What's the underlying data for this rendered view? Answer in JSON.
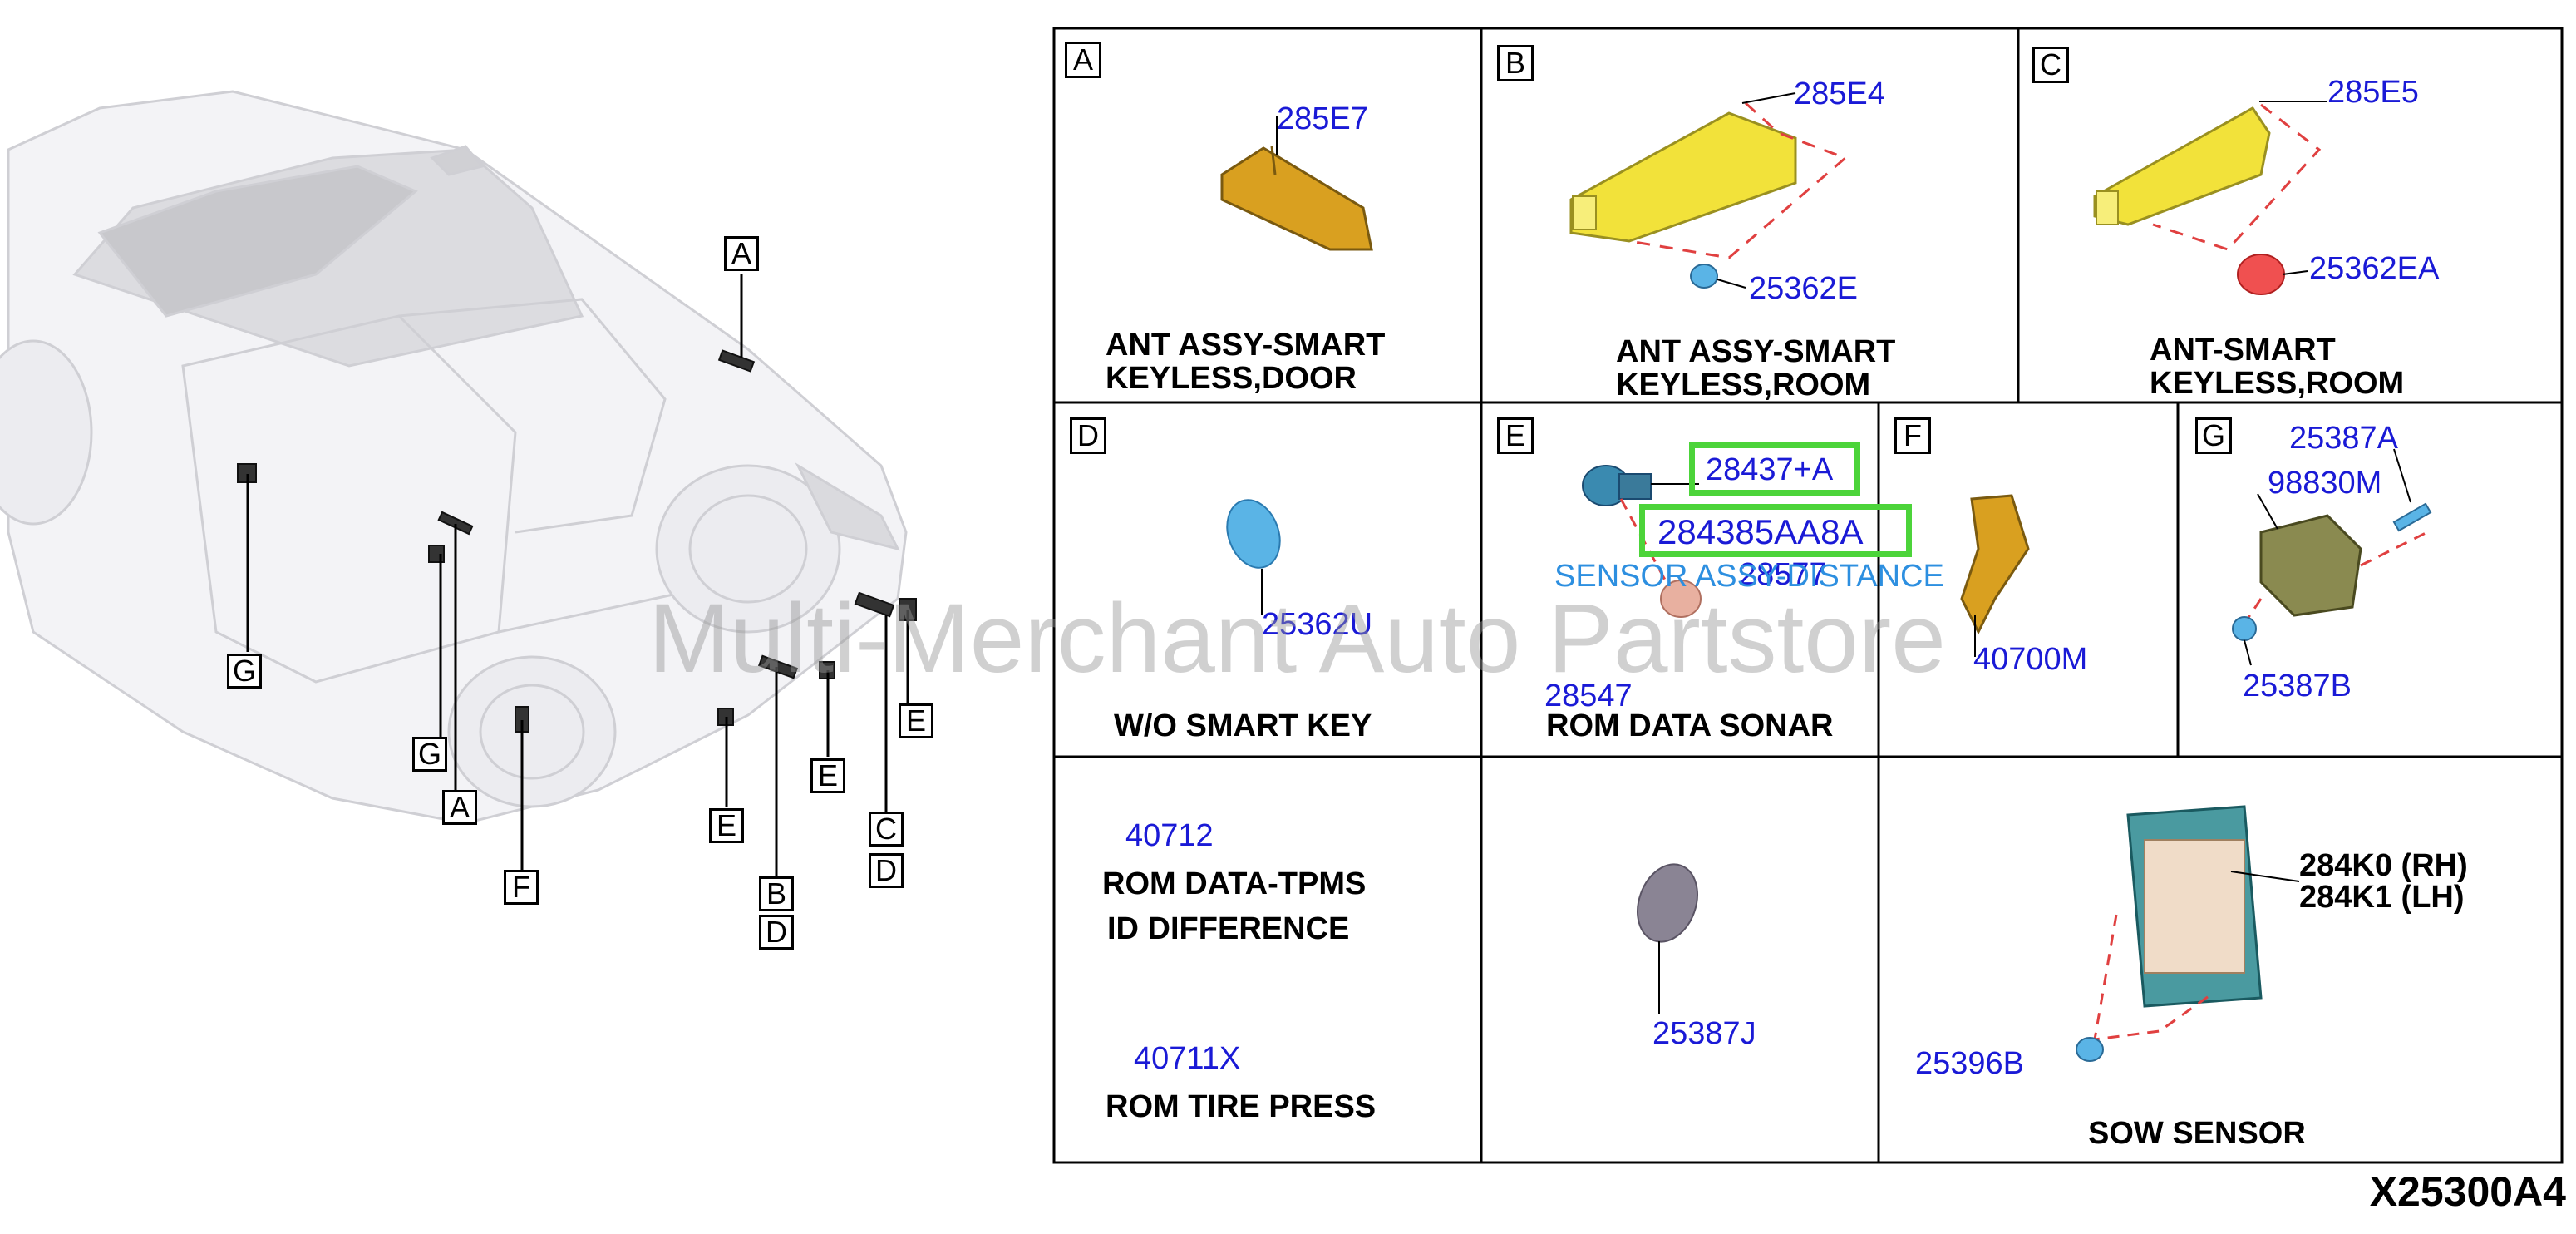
{
  "car_callouts": [
    {
      "id": "A",
      "label": "A"
    },
    {
      "id": "G1",
      "label": "G"
    },
    {
      "id": "G2",
      "label": "G"
    },
    {
      "id": "A2",
      "label": "A"
    },
    {
      "id": "F",
      "label": "F"
    },
    {
      "id": "E1",
      "label": "E"
    },
    {
      "id": "B",
      "label": "B"
    },
    {
      "id": "D1",
      "label": "D"
    },
    {
      "id": "E2",
      "label": "E"
    },
    {
      "id": "C",
      "label": "C"
    },
    {
      "id": "D2",
      "label": "D"
    },
    {
      "id": "E3",
      "label": "E"
    }
  ],
  "cells": {
    "A": {
      "letter": "A",
      "parts": [
        "285E7"
      ],
      "description": [
        "ANT ASSY-SMART",
        "KEYLESS,DOOR"
      ]
    },
    "B": {
      "letter": "B",
      "parts": [
        "285E4",
        "25362E"
      ],
      "description": [
        "ANT ASSY-SMART",
        "KEYLESS,ROOM"
      ]
    },
    "C": {
      "letter": "C",
      "parts": [
        "285E5",
        "25362EA"
      ],
      "description": [
        "ANT-SMART",
        "KEYLESS,ROOM"
      ]
    },
    "D": {
      "letter": "D",
      "parts": [
        "25362U"
      ],
      "description": [
        "W/O SMART KEY"
      ]
    },
    "E": {
      "letter": "E",
      "parts": [
        "28437+A",
        "284385AA8A",
        "28577",
        "28547"
      ],
      "overlay": "SENSOR ASSY-DISTANCE",
      "description": [
        "ROM DATA SONAR"
      ]
    },
    "F": {
      "letter": "F",
      "parts": [
        "40700M"
      ]
    },
    "G": {
      "letter": "G",
      "parts": [
        "25387A",
        "98830M",
        "25387B"
      ]
    },
    "H": {
      "parts": [
        "40712",
        "40711X"
      ],
      "description1": [
        "ROM DATA-TPMS",
        "ID DIFFERENCE"
      ],
      "description2": [
        "ROM TIRE PRESS"
      ]
    },
    "I": {
      "parts": [
        "25387J"
      ]
    },
    "J": {
      "parts": [
        "284K0 (RH)",
        "284K1 (LH)",
        "25396B"
      ],
      "description": [
        "SOW SENSOR"
      ]
    }
  },
  "watermark": "Multi-Merchant Auto Partstore",
  "diagram_code": "X25300A4",
  "colors": {
    "part_number": "#1a1ad6",
    "highlight": "#4cd43a",
    "antenna_yellow": "#f2e23a",
    "antenna_gold": "#d9a020",
    "clip_blue": "#5ab4e6",
    "clip_red": "#f05050",
    "sensor_teal": "#4a9aa0"
  }
}
